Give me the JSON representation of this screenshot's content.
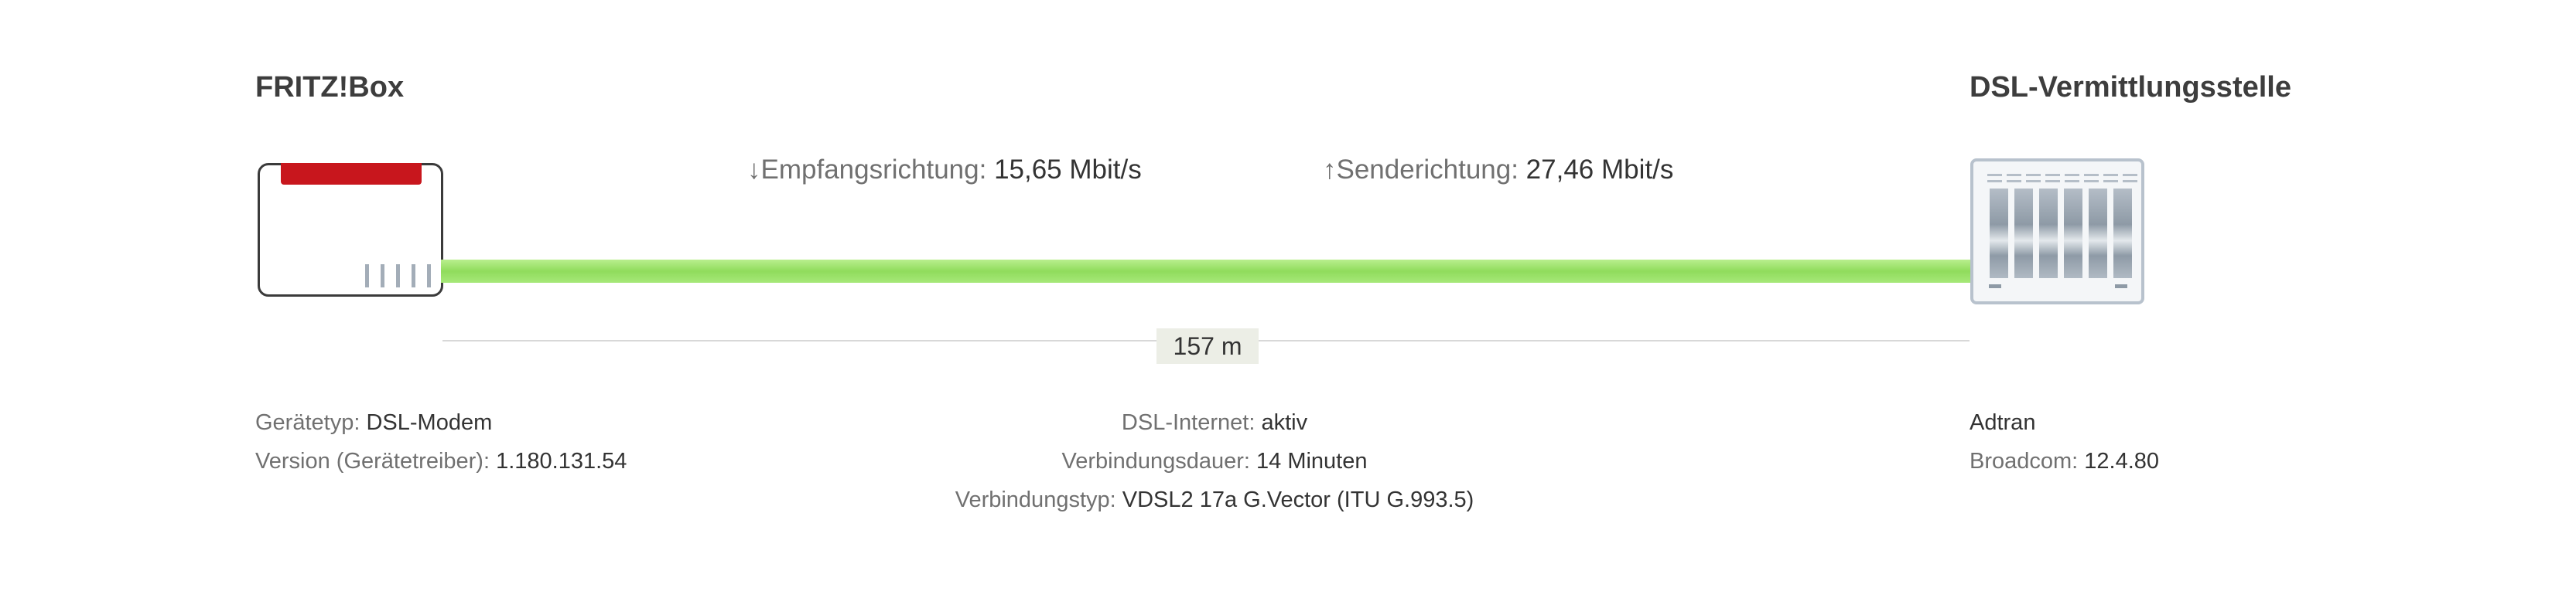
{
  "left": {
    "title": "FRITZ!Box",
    "info": [
      {
        "label": "Gerätetyp: ",
        "value": "DSL-Modem"
      },
      {
        "label": "Version (Gerätetreiber): ",
        "value": "1.180.131.54"
      }
    ]
  },
  "right": {
    "title": "DSL-Vermittlungsstelle",
    "info": [
      {
        "label": "",
        "value": "Adtran"
      },
      {
        "label": "Broadcom: ",
        "value": "12.4.80"
      }
    ]
  },
  "rates": {
    "down": {
      "arrow": "↓",
      "label": "Empfangsrichtung: ",
      "value": "15,65 Mbit/s"
    },
    "up": {
      "arrow": "↑",
      "label": "Senderichtung: ",
      "value": "27,46 Mbit/s"
    }
  },
  "line": {
    "distance": "157 m",
    "color": "#9de06a"
  },
  "center": {
    "info": [
      {
        "label": "DSL-Internet: ",
        "value": "aktiv"
      },
      {
        "label": "Verbindungsdauer: ",
        "value": "14 Minuten"
      },
      {
        "label": "Verbindungstyp: ",
        "value": "VDSL2 17a G.Vector (ITU G.993.5)"
      }
    ]
  },
  "colors": {
    "brand_red": "#c8161d",
    "line_green": "#9de06a",
    "label_gray": "#707070",
    "text_dark": "#333333"
  }
}
